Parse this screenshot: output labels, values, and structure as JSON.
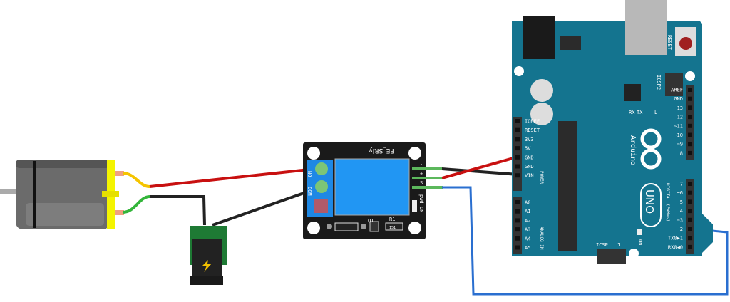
{
  "relay": {
    "title": "FE_SRly",
    "pin_labels": [
      "-",
      "+",
      "S"
    ],
    "terminal_labels": [
      "NO",
      "COM"
    ],
    "led_label": "pwd",
    "led_label2": "ON",
    "resistor_label": "R1",
    "resistor_value": "151",
    "transistor_label": "Q1"
  },
  "arduino": {
    "brand": "Arduino",
    "model": "UNO",
    "reset_label": "RESET",
    "icsp2_label": "ICSP2",
    "icsp_label": "ICSP",
    "icsp_pin1": "1",
    "on_label": "ON",
    "led_labels": [
      "RX",
      "TX",
      "L"
    ],
    "power_header": [
      "IOREF",
      "RESET",
      "3V3",
      "5V",
      "GND",
      "GND",
      "VIN"
    ],
    "power_title": "POWER",
    "analog_header": [
      "A0",
      "A1",
      "A2",
      "A3",
      "A4",
      "A5"
    ],
    "analog_title": "ANALOG IN",
    "digital_high": [
      "AREF",
      "GND",
      "13",
      "12",
      "~11",
      "~10",
      "~9",
      "8"
    ],
    "digital_low": [
      "7",
      "~6",
      "~5",
      "4",
      "~3",
      "2",
      "TX0▶1",
      "RX0◀0"
    ],
    "digital_title": "DIGITAL (PWM=~)"
  },
  "colors": {
    "board": "#14748f",
    "relay_board": "#1a1a1a",
    "relay_coil": "#2196f3",
    "terminal": "#1e88e5",
    "wire_red": "#c81010",
    "wire_black": "#222222",
    "wire_blue": "#2a6fd0",
    "wire_yellow": "#f5c400",
    "wire_green": "#33b53a",
    "motor_cap": "#f4f400",
    "motor_body": "#6b6b6b"
  },
  "icons": {
    "power_jack": "lightning-bolt-icon"
  }
}
